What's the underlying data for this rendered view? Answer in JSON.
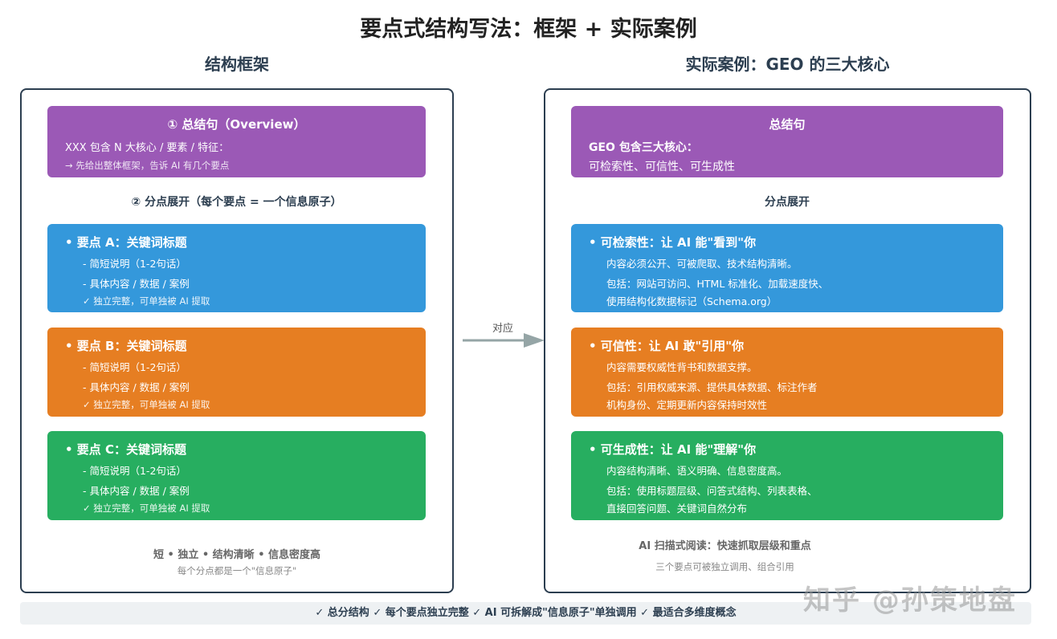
{
  "title": "要点式结构写法：框架 + 实际案例",
  "left": {
    "heading": "结构框架",
    "overview": {
      "title": "① 总结句（Overview）",
      "line1": "XXX 包含 N 大核心 / 要素 / 特征：",
      "line2": "→ 先给出整体框架，告诉 AI 有几个要点"
    },
    "expand_label": "② 分点展开（每个要点 = 一个信息原子）",
    "points": [
      {
        "title": "• 要点 A：关键词标题",
        "l1": "- 简短说明（1-2句话）",
        "l2": "- 具体内容 / 数据 / 案例",
        "l3": "✓ 独立完整，可单独被 AI 提取"
      },
      {
        "title": "• 要点 B：关键词标题",
        "l1": "- 简短说明（1-2句话）",
        "l2": "- 具体内容 / 数据 / 案例",
        "l3": "✓ 独立完整，可单独被 AI 提取"
      },
      {
        "title": "• 要点 C：关键词标题",
        "l1": "- 简短说明（1-2句话）",
        "l2": "- 具体内容 / 数据 / 案例",
        "l3": "✓ 独立完整，可单独被 AI 提取"
      }
    ],
    "footer1": "短 • 独立 • 结构清晰 • 信息密度高",
    "footer2": "每个分点都是一个\"信息原子\""
  },
  "arrow_label": "对应",
  "right": {
    "heading": "实际案例：GEO 的三大核心",
    "overview": {
      "title": "总结句",
      "line1": "GEO 包含三大核心：",
      "line2": "可检索性、可信性、可生成性"
    },
    "expand_label": "分点展开",
    "points": [
      {
        "title": "• 可检索性：让 AI 能\"看到\"你",
        "l1": "内容必须公开、可被爬取、技术结构清晰。",
        "l2": "包括：网站可访问、HTML 标准化、加载速度快、",
        "l3": "使用结构化数据标记（Schema.org）"
      },
      {
        "title": "• 可信性：让 AI 敢\"引用\"你",
        "l1": "内容需要权威性背书和数据支撑。",
        "l2": "包括：引用权威来源、提供具体数据、标注作者",
        "l3": "机构身份、定期更新内容保持时效性"
      },
      {
        "title": "• 可生成性：让 AI 能\"理解\"你",
        "l1": "内容结构清晰、语义明确、信息密度高。",
        "l2": "包括：使用标题层级、问答式结构、列表表格、",
        "l3": "直接回答问题、关键词自然分布"
      }
    ],
    "footer1": "AI 扫描式阅读：快速抓取层级和重点",
    "footer2": "三个要点可被独立调用、组合引用"
  },
  "bottom_bar": "✓ 总分结构 ✓ 每个要点独立完整 ✓ AI 可拆解成\"信息原子\"单独调用 ✓ 最适合多维度概念",
  "watermark": "知乎 @孙策地盘",
  "colors": {
    "purple": "#9b59b6",
    "blue": "#3498db",
    "orange": "#e67e22",
    "green": "#27ae60"
  }
}
